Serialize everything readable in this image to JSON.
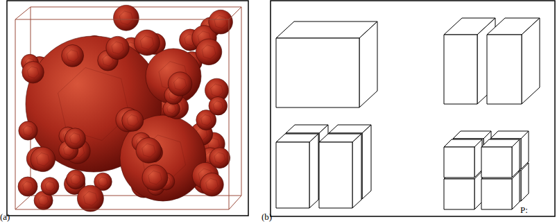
{
  "diagram": {
    "labels": [
      "(a)",
      "(b)",
      "P:"
    ]
  }
}
